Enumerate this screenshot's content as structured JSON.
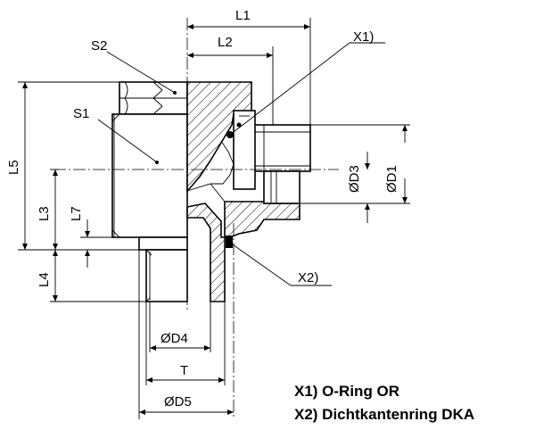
{
  "labels": {
    "l1": "L1",
    "l2": "L2",
    "l3": "L3",
    "l4": "L4",
    "l5": "L5",
    "l7": "L7",
    "s1": "S1",
    "s2": "S2",
    "x1": "X1)",
    "x2": "X2)",
    "d1": "ØD1",
    "d3": "ØD3",
    "d4": "ØD4",
    "d5": "ØD5",
    "t": "T"
  },
  "legend": {
    "line1": "X1) O-Ring OR",
    "line2": "X2) Dichtkantenring DKA"
  }
}
